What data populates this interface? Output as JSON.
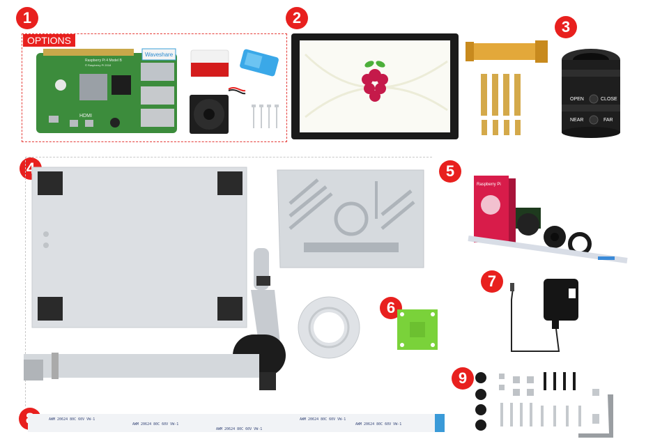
{
  "badges": [
    "1",
    "2",
    "3",
    "4",
    "5",
    "6",
    "7",
    "8",
    "9"
  ],
  "options_label": "OPTIONS",
  "board": {
    "brand_text": "Waveshare",
    "model_text": "Raspberry Pi 4 Model B",
    "copyright_text": "© Raspberry Pi 2018",
    "hdmi_text": "HDMI"
  },
  "lens": {
    "open_label": "OPEN",
    "close_label": "CLOSE",
    "near_label": "NEAR",
    "far_label": "FAR"
  },
  "camera_box_text": "Raspberry Pi",
  "fpc_label": "AWM 20624 80C 60V VW-1",
  "colors": {
    "accent_red": "#e8201e",
    "aluminum": "#d9dde2",
    "pcb_green": "#3a8a3a",
    "acrylic_green": "#7ad23a"
  }
}
